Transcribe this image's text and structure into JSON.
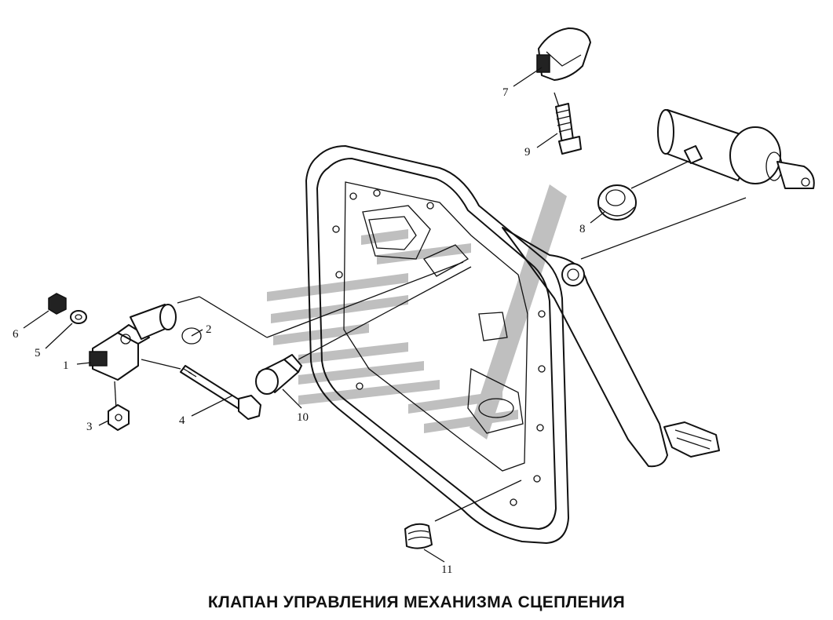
{
  "caption": "КЛАПАН УПРАВЛЕНИЯ МЕХАНИЗМА СЦЕПЛЕНИЯ",
  "callouts": [
    "1",
    "2",
    "3",
    "4",
    "5",
    "6",
    "7",
    "8",
    "9",
    "10",
    "11"
  ],
  "watermark_color": "#b5b5b5",
  "line_color": "#111111"
}
